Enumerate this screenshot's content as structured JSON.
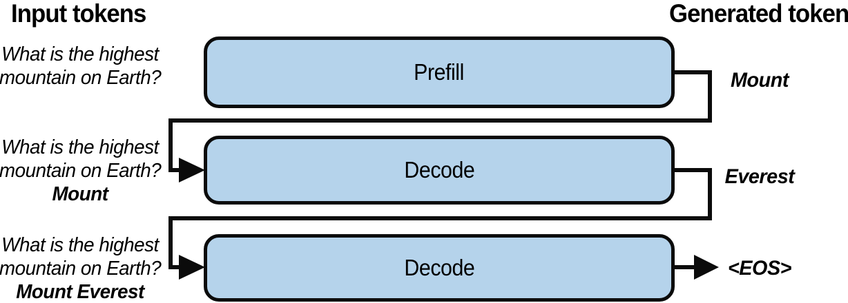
{
  "diagram": {
    "left_heading": "Input tokens",
    "right_heading": "Generated tokens",
    "colors": {
      "box_fill": "#b5d3eb",
      "box_stroke": "#0b0b0b",
      "line_color": "#0b0b0b",
      "text_color": "#000000"
    },
    "rows": [
      {
        "input_lines": [
          "What is the highest",
          "mountain on Earth?"
        ],
        "input_bold": "",
        "stage": "Prefill",
        "output_token": "Mount"
      },
      {
        "input_lines": [
          "What is the highest",
          "mountain on Earth?"
        ],
        "input_bold": "Mount",
        "stage": "Decode",
        "output_token": "Everest"
      },
      {
        "input_lines": [
          "What is the highest",
          "mountain on Earth?"
        ],
        "input_bold": "Mount Everest",
        "stage": "Decode",
        "output_token": "<EOS>"
      }
    ]
  }
}
